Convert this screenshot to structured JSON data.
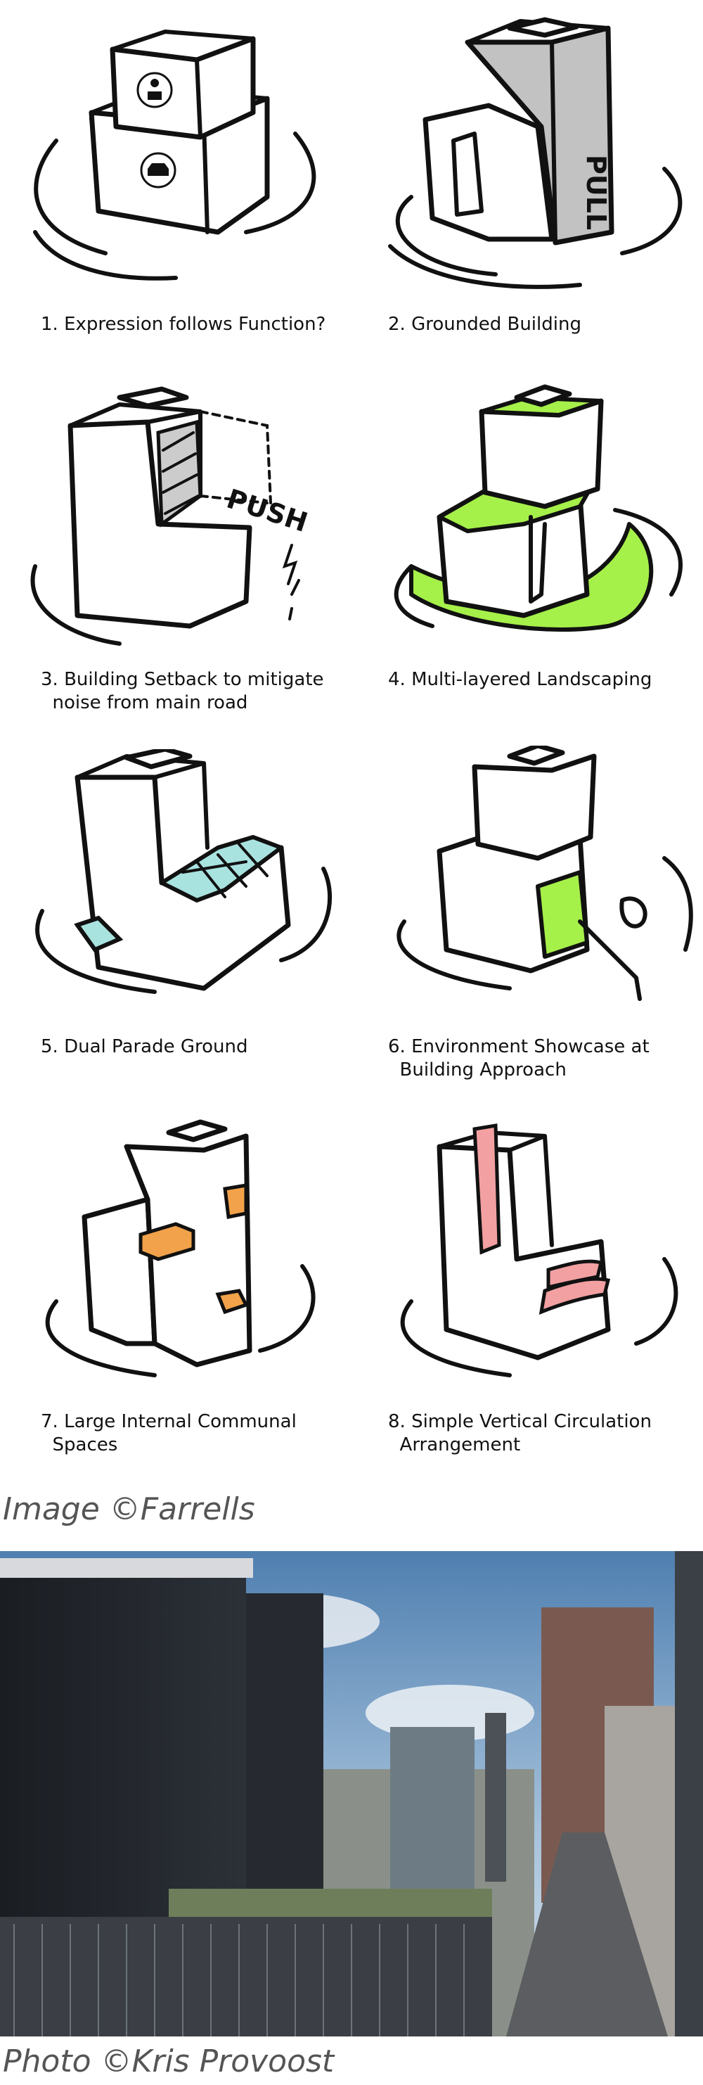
{
  "diagrams": [
    {
      "number": "1.",
      "caption": "Expression follows Function?",
      "icon": "driver-and-car-icons"
    },
    {
      "number": "2.",
      "caption": "Grounded Building",
      "label": "PULL"
    },
    {
      "number": "3.",
      "caption": "Building Setback to mitigate\n  noise from main road",
      "label": "PUSH"
    },
    {
      "number": "4.",
      "caption": "Multi-layered Landscaping"
    },
    {
      "number": "5.",
      "caption": "Dual Parade Ground"
    },
    {
      "number": "6.",
      "caption": "Environment Showcase at\n  Building Approach"
    },
    {
      "number": "7.",
      "caption": "Large Internal Communal\n  Spaces"
    },
    {
      "number": "8.",
      "caption": "Simple Vertical Circulation\n  Arrangement"
    }
  ],
  "credits": {
    "image": "Image ©Farrells",
    "photo": "Photo ©Kris Provoost"
  },
  "colors": {
    "green": "#a6f04a",
    "teal": "#a9e3e0",
    "orange": "#f2a24a",
    "pink": "#f2a0a2",
    "grey": "#c2c2c2"
  }
}
